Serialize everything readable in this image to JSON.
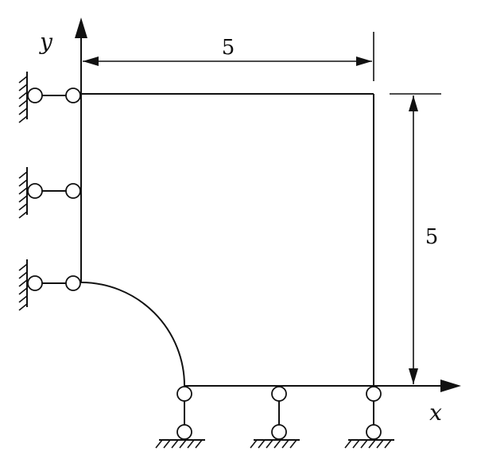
{
  "axes": {
    "x_label": "x",
    "y_label": "y"
  },
  "dimensions": {
    "width": "5",
    "height": "5"
  },
  "colors": {
    "stroke": "#111111",
    "background": "#ffffff"
  }
}
